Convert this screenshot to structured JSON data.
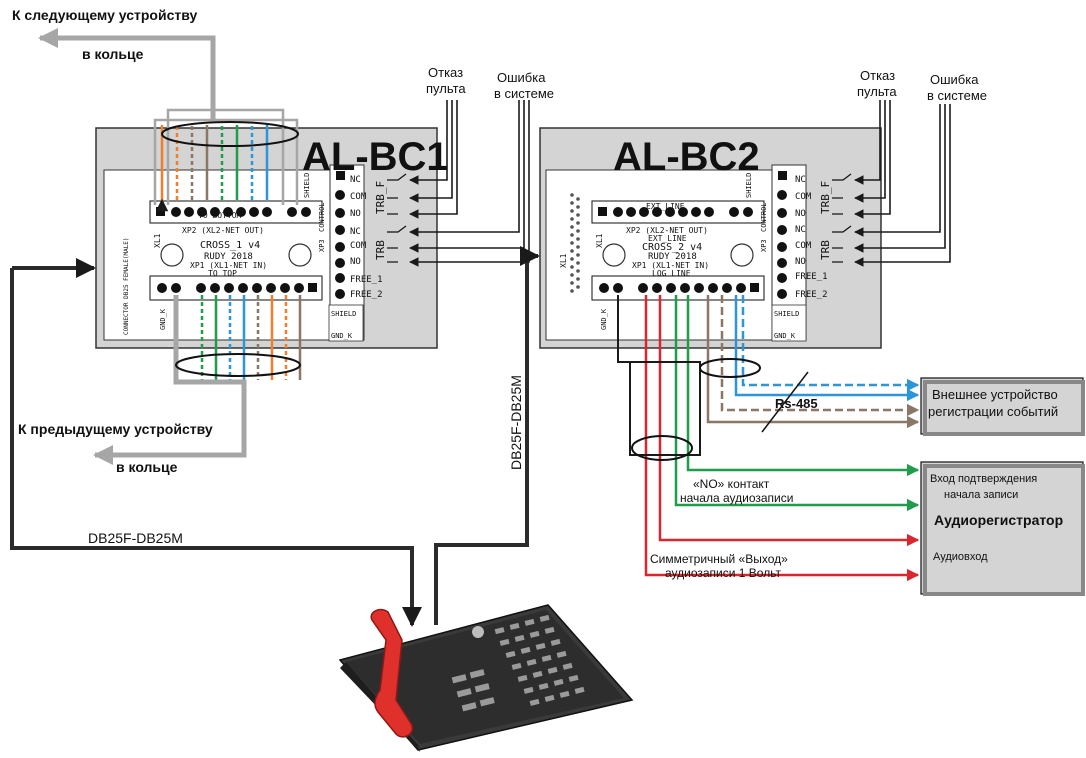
{
  "labels": {
    "next_device": "К следующему устройству",
    "next_ring": "в кольце",
    "prev_device": "К предыдущему устройству",
    "prev_ring": "в кольце",
    "fail_console_1": "Отказ",
    "fail_console_2": "пульта",
    "sys_error_1": "Ошибка",
    "sys_error_2": "в системе",
    "cable_left": "DB25F-DB25M",
    "cable_right": "DB25F-DB25M",
    "rs485": "Rs-485",
    "ext_device_1": "Внешнее устройство",
    "ext_device_2": "регистрации событий",
    "confirm_1": "Вход подтверждения",
    "confirm_2": "начала записи",
    "recorder": "Аудиорегистратор",
    "audio_in": "Аудиовход",
    "no_contact_1": "«NO» контакт",
    "no_contact_2": "начала аудиозаписи",
    "sym_out_1": "Симметричный «Выход»",
    "sym_out_2": "аудиозаписи 1 Вольт"
  },
  "board1": {
    "title": "AL-BC1",
    "cross": "CROSS_1 v4",
    "rudy": "RUDY 2018",
    "xp1": "XP1 (XL1-NET IN)",
    "to_top": "TO TOP",
    "xp2": "XP2 (XL2-NET OUT)",
    "to_bottom": "TO BOTTOM",
    "xl1": "XL1",
    "xp3": "XP3",
    "control": "CONTROL",
    "gnd_k": "GND_K",
    "shield": "SHIELD",
    "connector_note": "CONNECTOR DB25 FEMALE(MALE)"
  },
  "board2": {
    "title": "AL-BC2",
    "cross": "CROSS_2 v4",
    "rudy": "RUDY 2018",
    "xp1": "XP1 (XL1-NET IN)",
    "log_line": "LOG LINE",
    "xp2": "XP2 (XL2-NET OUT)",
    "ext_line": "EXT_LINE",
    "xl1": "XL1",
    "xp3": "XP3",
    "control": "CONTROL",
    "gnd_k": "GND_K",
    "shield": "SHIELD"
  },
  "terminals": {
    "nc": "NC",
    "com": "COM",
    "no": "NO",
    "trb_f": "TRB_F",
    "trb": "TRB",
    "free1": "FREE_1",
    "free2": "FREE_2"
  },
  "colors": {
    "gray_wire": "#a6a6a6",
    "orange": "#f07f2d",
    "green": "#1e9e4a",
    "blue": "#2b96d8",
    "brown": "#8a7766",
    "red": "#d9262f",
    "dark": "#1a1a1a",
    "panel": "#d4d4d4"
  }
}
